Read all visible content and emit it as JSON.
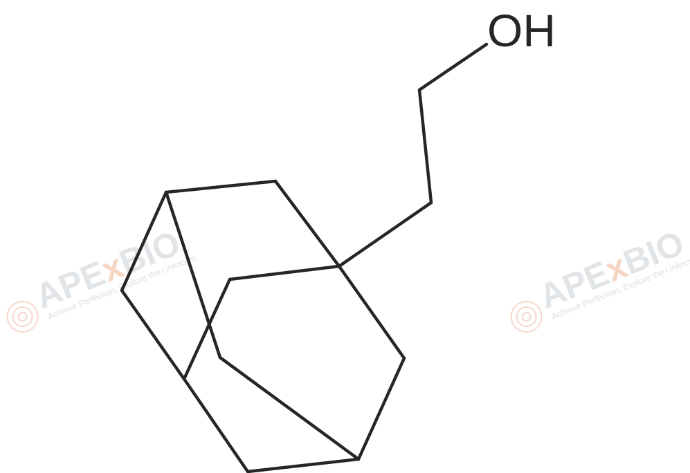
{
  "molecule": {
    "atom_labels": {
      "hydroxyl": "OH"
    }
  },
  "watermark": {
    "brand_prefix": "APE",
    "brand_x": "x",
    "brand_suffix": "BIO",
    "tagline": "Achieve Perfection, Explore the Unknown",
    "colors": {
      "text": "#dde1e5",
      "accent": "#f4cfb8"
    }
  }
}
